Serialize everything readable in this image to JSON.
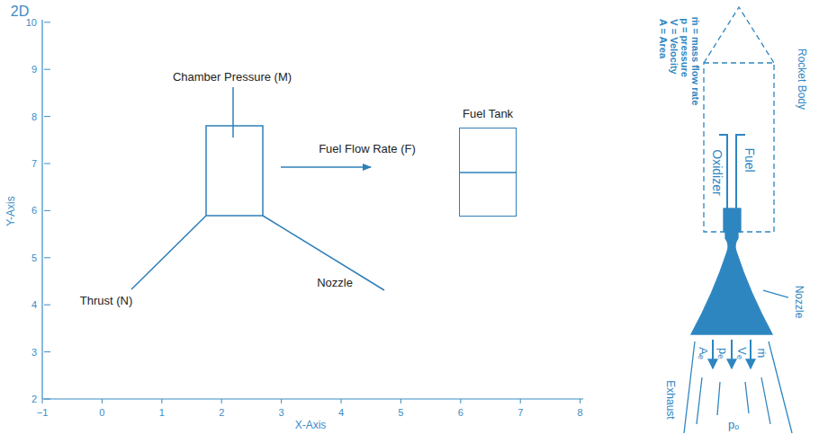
{
  "diagram": {
    "nodes": [
      {
        "text": [
          "Fuel Tank"
        ]
      }
    ],
    "labels": [
      "2D",
      "10",
      "9",
      "8",
      "7",
      "6",
      "5",
      "4",
      "3",
      "2",
      "−1",
      "0",
      "1",
      "2",
      "3",
      "4",
      "5",
      "6",
      "7",
      "8",
      "X-Axis",
      "Y-Axis",
      "Chamber Pressure (M)",
      "Fuel Flow Rate (F)",
      "Thrust (N)",
      "Nozzle",
      "ṁ = mass flow rate",
      "p = pressure",
      "V = Velocity",
      "A = Area",
      "Rocket Body",
      "Oxidizer",
      "Fuel",
      "Nozzle",
      "Aₑ",
      "pₑ",
      "Vₑ",
      "ṁ",
      "Exhaust",
      "pₒ"
    ]
  }
}
